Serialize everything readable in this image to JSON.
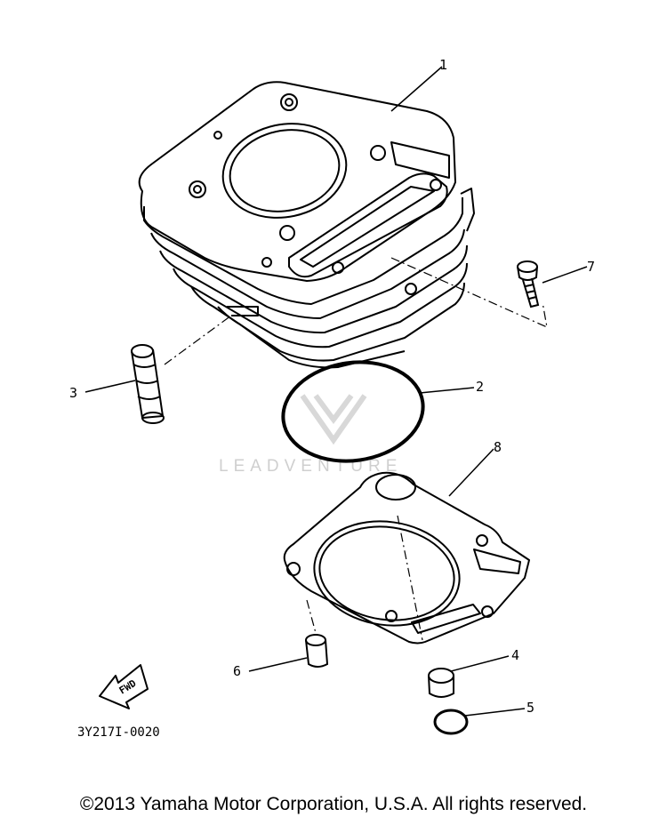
{
  "diagram": {
    "part_labels": {
      "cylinder": "1",
      "o_ring_large": "2",
      "stud_bolt": "3",
      "dowel_pin": "4",
      "o_ring_small": "5",
      "dowel_pin_left": "6",
      "bolt": "7",
      "gasket": "8"
    },
    "fwd_label": "FWD",
    "diagram_code": "3Y217I-0020",
    "watermark": "LEADVENTURE"
  },
  "footer": {
    "copyright": "©2013 Yamaha Motor Corporation, U.S.A. All rights reserved."
  },
  "colors": {
    "line": "#000000",
    "background": "#ffffff",
    "watermark": "#cfcfcf"
  }
}
